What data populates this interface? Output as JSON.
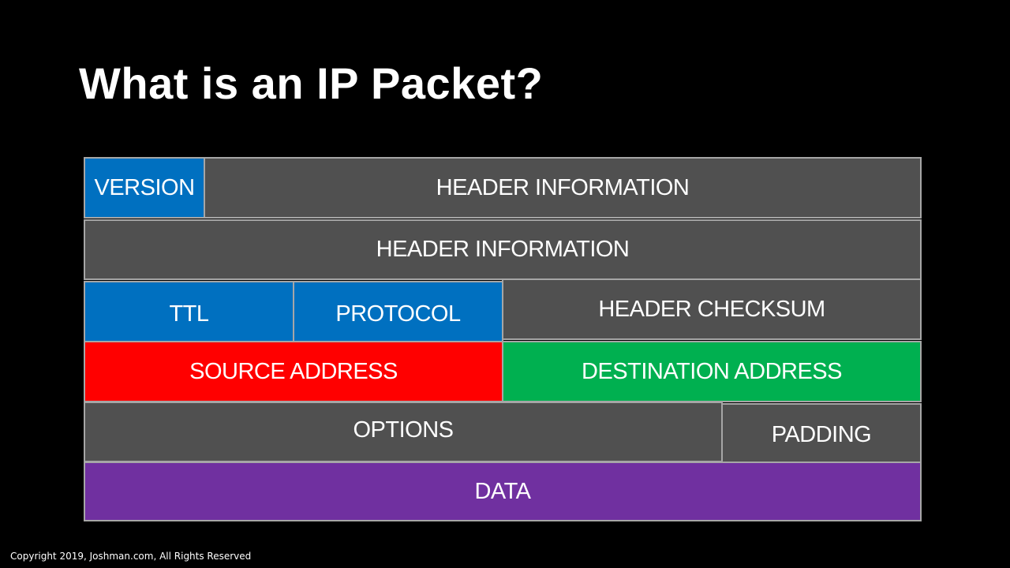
{
  "title": "What is an IP Packet?",
  "colors": {
    "background": "#000000",
    "header_gray": "#505050",
    "blue": "#0070c0",
    "red": "#ff0000",
    "green": "#00b050",
    "purple": "#7030a0",
    "border": "#a6a6a6"
  },
  "packet": {
    "row1": {
      "version": "VERSION",
      "header_info": "HEADER INFORMATION"
    },
    "row2": {
      "header_info": "HEADER INFORMATION"
    },
    "row3": {
      "ttl": "TTL",
      "protocol": "PROTOCOL",
      "checksum": "HEADER CHECKSUM"
    },
    "row4": {
      "source": "SOURCE ADDRESS",
      "destination": "DESTINATION ADDRESS"
    },
    "row5": {
      "options": "OPTIONS",
      "padding": "PADDING"
    },
    "row6": {
      "data": "DATA"
    }
  },
  "footer": {
    "copyright": "Copyright 2019, Joshman.com, All Rights Reserved"
  }
}
